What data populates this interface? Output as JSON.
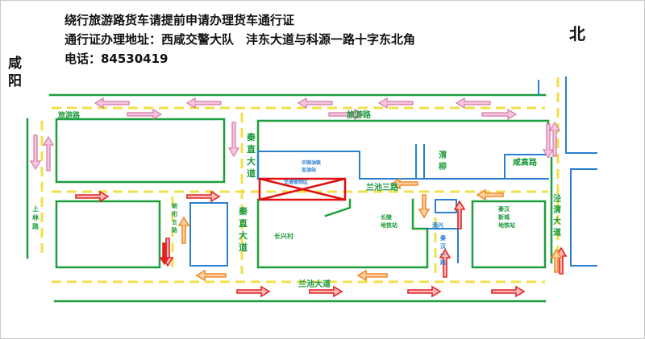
{
  "header": {
    "line1": "绕行旅游路货车请提前申请办理货车通行证",
    "line2": "通行证办理地址：西咸交警大队　沣东大道与科源一路十字东北角",
    "line3": "电话：84530419"
  },
  "compass": {
    "west_label": "咸阳",
    "north_label": "北"
  },
  "colors": {
    "road_green": "#1e9e3c",
    "road_blue": "#2a7fd0",
    "dash_yellow": "#f0e04a",
    "arrow_pink": "#f2a3c8",
    "arrow_red": "#e32222",
    "arrow_orange": "#f08a2c",
    "closure_red": "#e01010",
    "label_green": "#1a9a3a",
    "label_blue": "#2a7fd0"
  },
  "roads": {
    "lvyou_west": "旅游路",
    "lvyou_east": "旅游路",
    "qinzhi_north": "秦直大道",
    "qinzhi_south": "秦直大道",
    "lanchi3": "兰池三路",
    "lanchi_da": "兰池大道",
    "weiliu": "渭柳",
    "xiangao": "咸高路",
    "shanglin": "上林路",
    "chaoyang5": "朝阳五路",
    "jingwei": "泾渭大道",
    "yongxing": "涌兴",
    "qinhan1": "秦汉一路"
  },
  "places": {
    "control_zone": "交通管制区",
    "gas_station": "中国油联加油站",
    "changxing": "长兴村",
    "changling_station": "长陵地铁站",
    "qinhan_xincheng_station": "秦汉新城地铁站"
  }
}
